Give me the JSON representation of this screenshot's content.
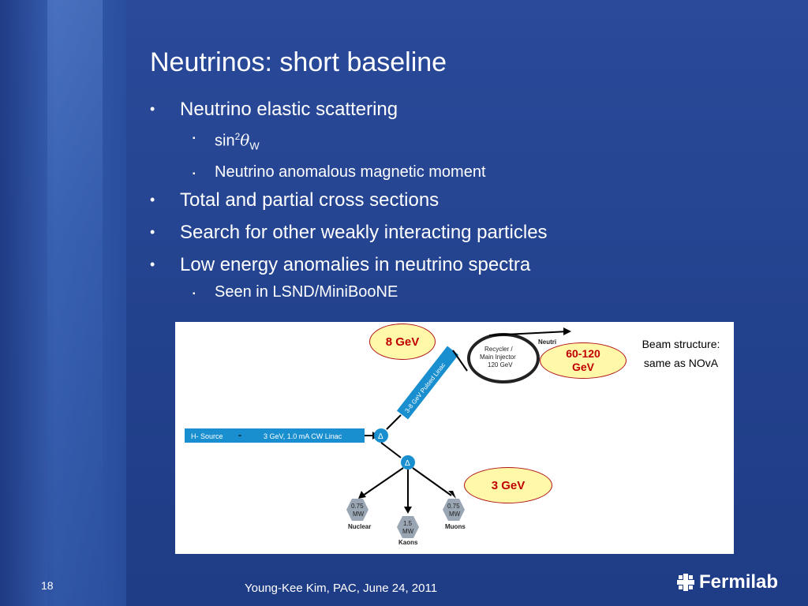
{
  "slide": {
    "title": "Neutrinos: short baseline",
    "bullets": {
      "b1": "Neutrino elastic scattering",
      "b1_sub1_prefix": "sin",
      "b1_sub1_sup": "2",
      "b1_sub1_theta": "θ",
      "b1_sub1_subscript": "W",
      "b1_sub2": "Neutrino anomalous magnetic moment",
      "b2": "Total and partial cross sections",
      "b3": "Search for other weakly interacting particles",
      "b4": "Low energy anomalies in neutrino spectra",
      "b4_sub1": "Seen in LSND/MiniBooNE"
    },
    "beam_note_line1": "Beam structure:",
    "beam_note_line2": "same as NOvA",
    "page_number": "18",
    "footer": "Young-Kee Kim, PAC, June 24, 2011",
    "logo_text": "Fermilab"
  },
  "diagram": {
    "h_source": "H- Source",
    "linac": "3 GeV, 1.0 mA CW Linac",
    "pulsed_linac": "3-8 GeV Pulsed Linac",
    "delta": "Δ",
    "recycler_line1": "Recycler /",
    "recycler_line2": "Main Injector",
    "recycler_line3": "120 GeV",
    "neutrino_label": "Neutri",
    "nuclear_power": "0.75",
    "nuclear_unit": "MW",
    "nuclear_label": "Nuclear",
    "kaons_power": "1.5",
    "kaons_unit": "MW",
    "kaons_label": "Kaons",
    "muons_power": "0.75",
    "muons_unit": "MW",
    "muons_label": "Muons",
    "callout_8gev": "8 GeV",
    "callout_60_120_line1": "60-120",
    "callout_60_120_line2": "GeV",
    "callout_3gev": "3 GeV"
  },
  "colors": {
    "background": "#25408a",
    "accent_blue": "#1a8fd0",
    "callout_fill": "#fff8a8",
    "callout_text": "#c00000"
  }
}
